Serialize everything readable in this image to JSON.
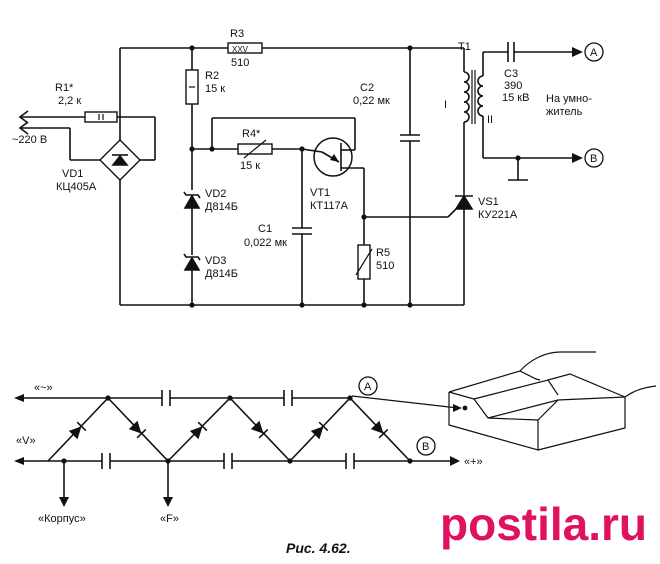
{
  "circuit": {
    "r1": {
      "ref": "R1*",
      "value": "2,2 к"
    },
    "r2": {
      "ref": "R2",
      "value": "15 к"
    },
    "r3": {
      "ref": "R3",
      "value": "510",
      "mark": "XXV"
    },
    "r4": {
      "ref": "R4*",
      "value": "15 к"
    },
    "r5": {
      "ref": "R5",
      "value": "510"
    },
    "c1": {
      "ref": "C1",
      "value": "0,022 мк"
    },
    "c2": {
      "ref": "C2",
      "value": "0,22 мк"
    },
    "c3": {
      "ref": "C3",
      "value": "390",
      "voltage": "15 кВ"
    },
    "vd1": {
      "ref": "VD1",
      "part": "КЦ405А"
    },
    "vd2": {
      "ref": "VD2",
      "part": "Д814Б"
    },
    "vd3": {
      "ref": "VD3",
      "part": "Д814Б"
    },
    "vt1": {
      "ref": "VT1",
      "part": "КТ117А"
    },
    "vs1": {
      "ref": "VS1",
      "part": "КУ221А"
    },
    "t1": {
      "ref": "T1",
      "primary": "I",
      "secondary": "II"
    },
    "mains": "~220 В",
    "multiplier_note_line1": "На умно-",
    "multiplier_note_line2": "житель",
    "terminal_a": "A",
    "terminal_b": "B"
  },
  "multiplier": {
    "input_ac": "«~»",
    "input_v": "«V»",
    "output_plus": "«+»",
    "terminal_a": "A",
    "terminal_b": "B",
    "case_label": "«Корпус»",
    "f_label": "«F»"
  },
  "caption": "Рис. 4.62.",
  "watermark": "postila.ru"
}
